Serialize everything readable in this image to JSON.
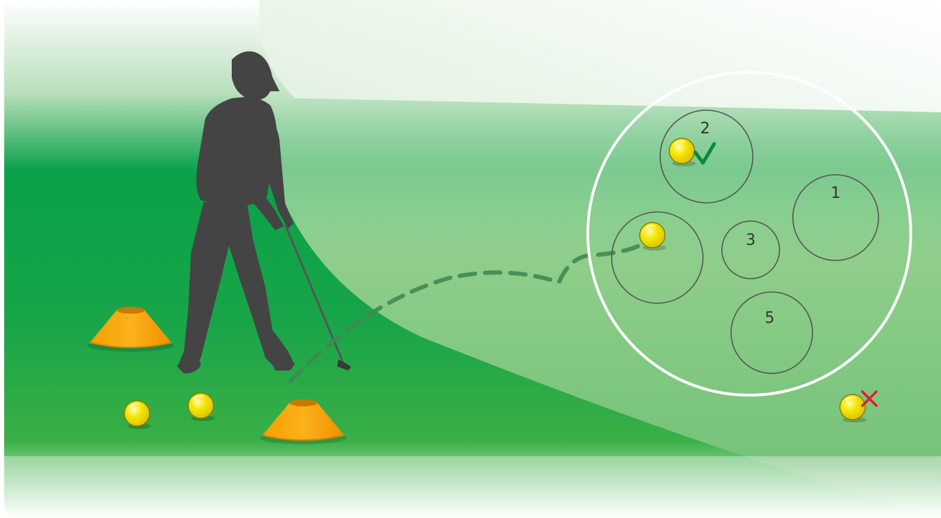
{
  "colors": {
    "grass_dark": "#0aa14a",
    "grass_mid": "#3aaf46",
    "grass_light": "#8fce8a",
    "silhouette": "#444444",
    "cone": "#f5a100",
    "ball": "#f4e600",
    "trajectory": "#3f8a52",
    "target_ring": "#ffffff",
    "check": "#0c8a3a",
    "cross": "#e0202a"
  },
  "icons": {
    "golfer": "golfer-silhouette",
    "cone": "training-cone",
    "ball": "golf-ball",
    "hit": "check-mark-icon",
    "miss": "cross-mark-icon"
  },
  "targets": [
    {
      "label": "2",
      "result": "hit"
    },
    {
      "label": "1"
    },
    {
      "label": "3"
    },
    {
      "label": "5"
    },
    {
      "label": ""
    }
  ]
}
